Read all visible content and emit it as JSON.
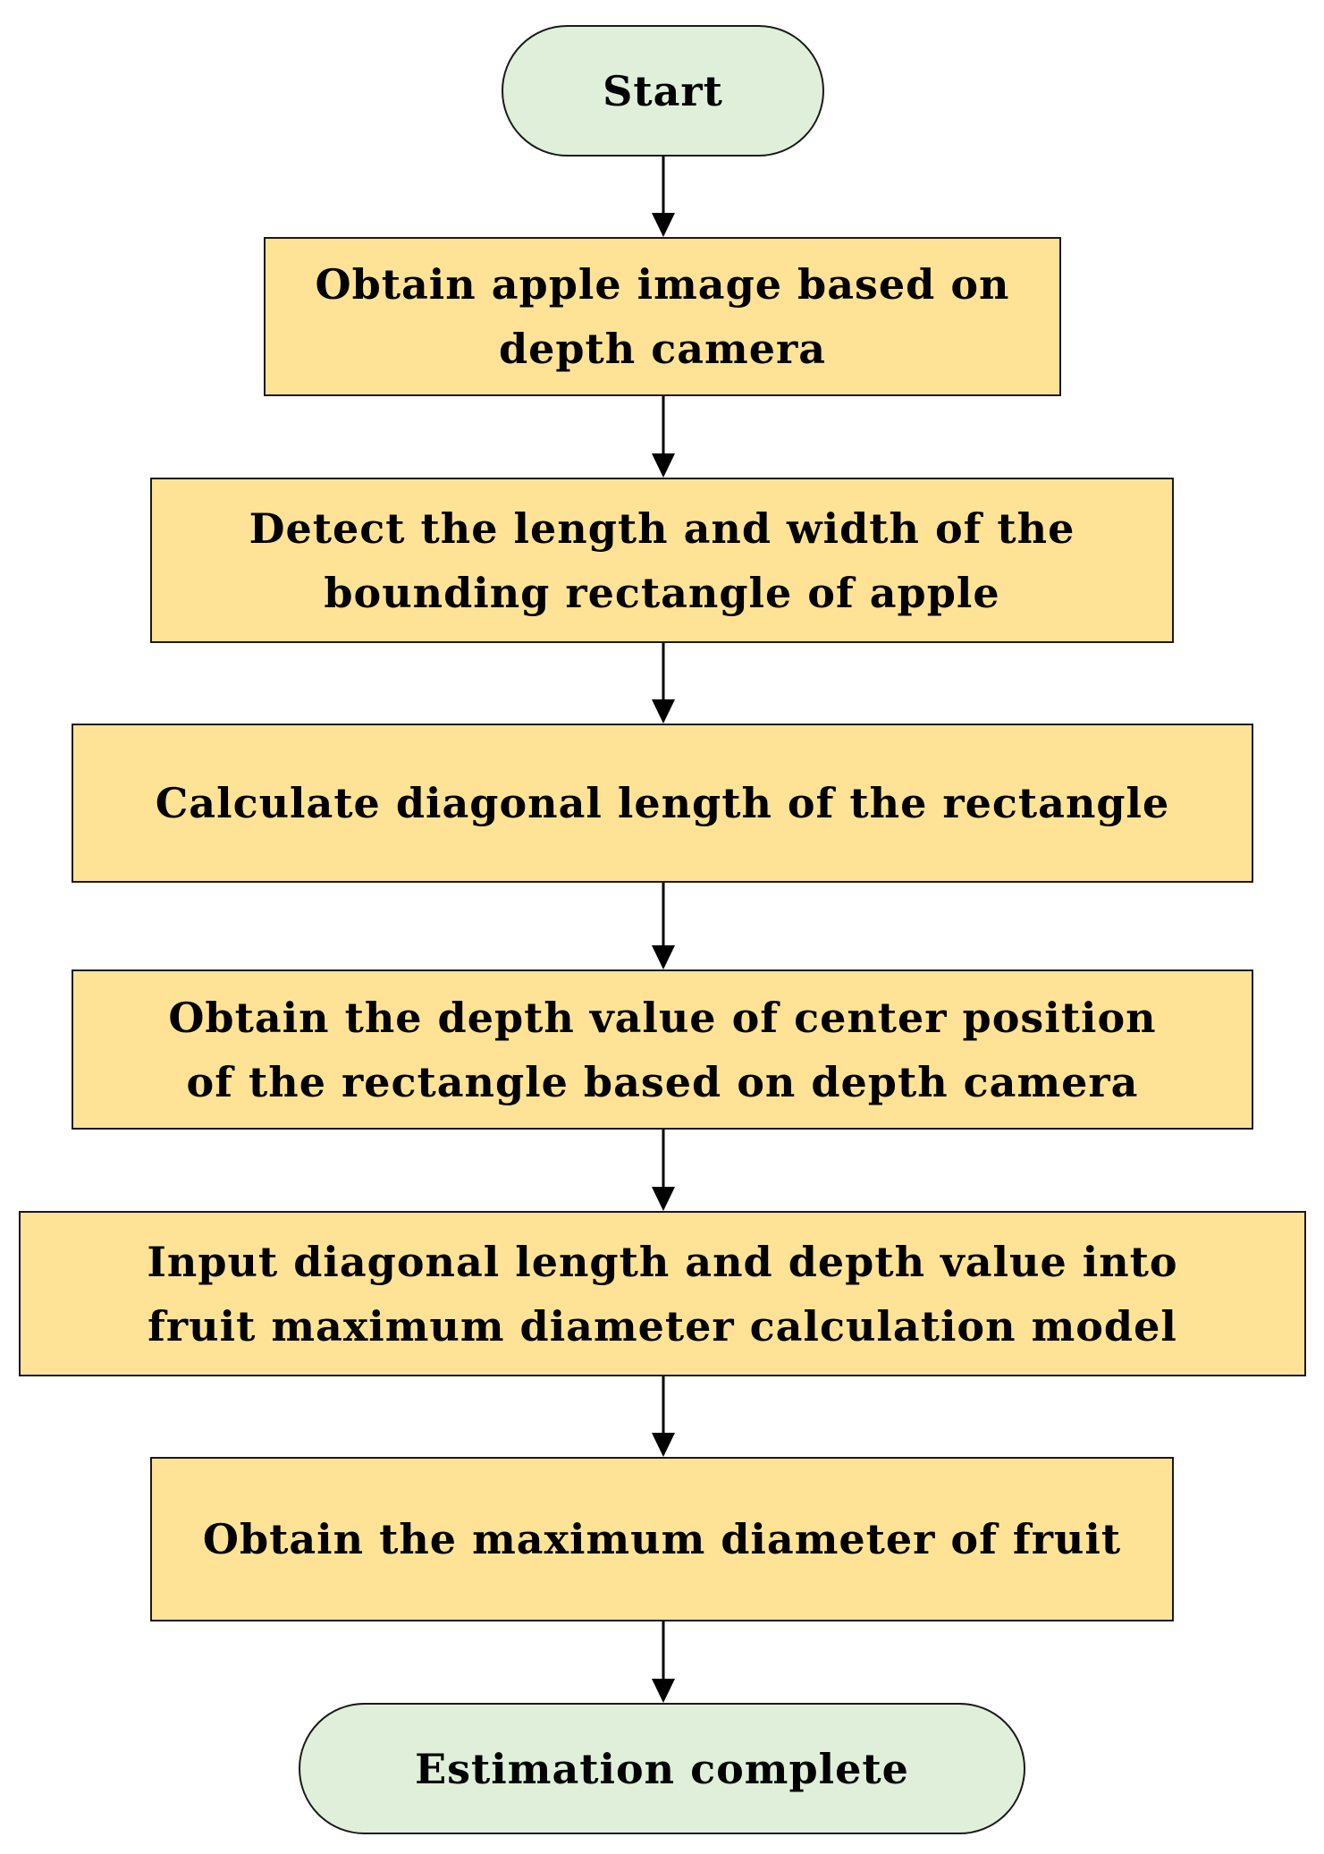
{
  "flowchart": {
    "start": "Start",
    "steps": [
      "Obtain apple image based on\ndepth camera",
      "Detect the length and width of the\nbounding rectangle of apple",
      "Calculate diagonal length of the rectangle",
      "Obtain the depth value of center position\nof the rectangle based on depth camera",
      "Input diagonal length and depth value into\nfruit maximum diameter calculation model",
      "Obtain the maximum diameter of fruit"
    ],
    "end": "Estimation complete"
  },
  "colors": {
    "terminal_fill": "#dfefd9",
    "process_fill": "#fee396",
    "stroke": "#1a1a1a"
  }
}
